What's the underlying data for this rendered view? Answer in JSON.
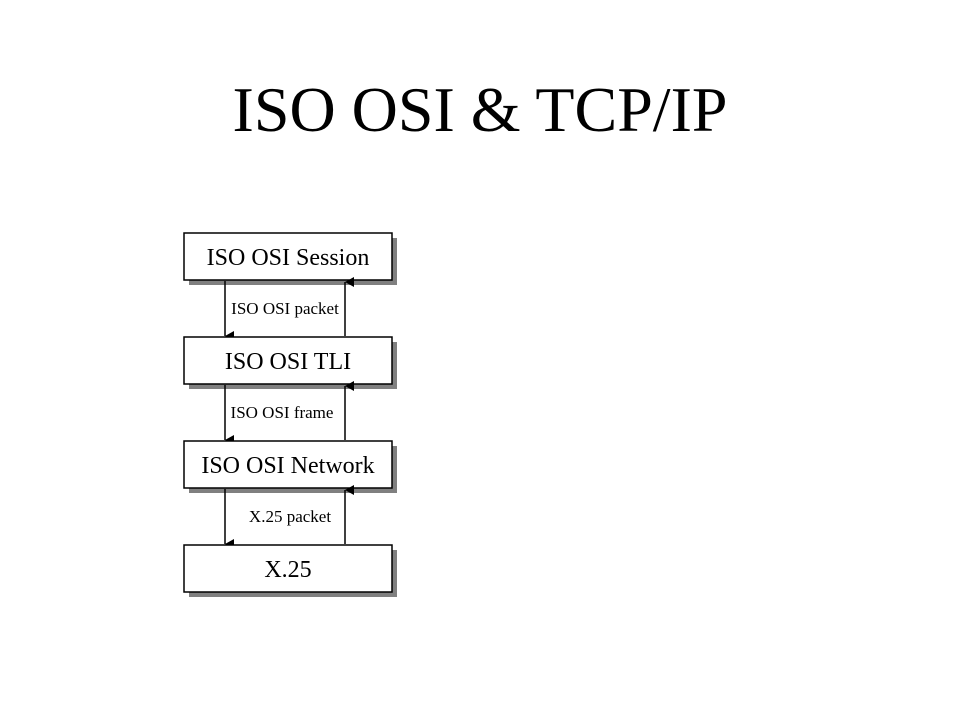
{
  "slide": {
    "title": "ISO OSI & TCP/IP"
  },
  "diagram": {
    "layers": [
      {
        "id": "session",
        "label": "ISO OSI Session"
      },
      {
        "id": "tli",
        "label": "ISO OSI TLI"
      },
      {
        "id": "network",
        "label": "ISO OSI Network"
      },
      {
        "id": "x25",
        "label": "X.25"
      }
    ],
    "links": [
      {
        "label": "ISO OSI packet"
      },
      {
        "label": "ISO OSI frame"
      },
      {
        "label": "X.25 packet"
      }
    ],
    "colors": {
      "box_fill": "#ffffff",
      "box_stroke": "#000000",
      "box_shadow": "#808080",
      "arrow": "#000000"
    }
  }
}
